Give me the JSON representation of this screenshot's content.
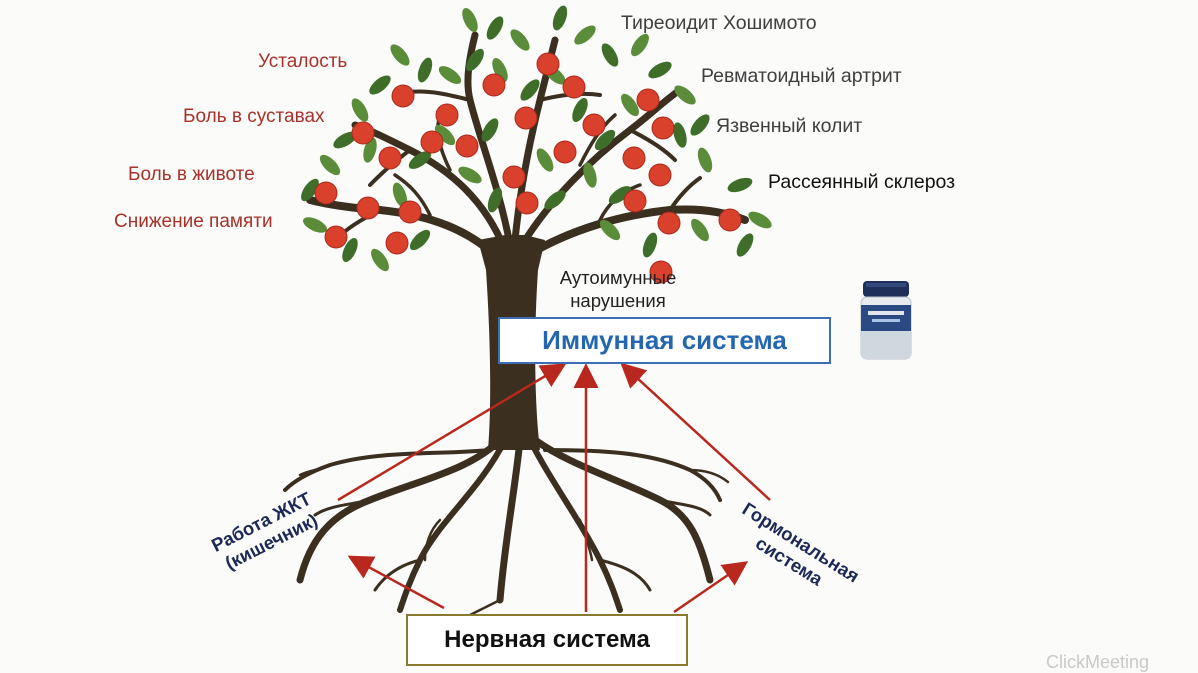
{
  "colors": {
    "trunk": "#3b2f20",
    "leaf": "#5b8c3a",
    "leaf_dark": "#3f6e2a",
    "apple": "#d9412d",
    "arrow": "#b8281e",
    "immune_border": "#3d6db3",
    "nervous_border": "#8a7a2e"
  },
  "symptoms": {
    "fatigue": "Усталость",
    "joint_pain": "Боль в суставах",
    "stomach_pain": "Боль в животе",
    "memory_loss": "Снижение памяти"
  },
  "diseases": {
    "hashimoto": "Тиреоидит Хошимото",
    "rheumatoid": "Ревматоидный артрит",
    "colitis": "Язвенный колит",
    "sclerosis": "Рассеянный склероз"
  },
  "autoimmune_label": "Аутоимунные нарушения",
  "immune_system": "Иммунная система",
  "nervous_system": "Нервная система",
  "roots": {
    "gut_line1": "Работа ЖКТ",
    "gut_line2": "(кишечник)",
    "hormonal_line1": "Гормональная",
    "hormonal_line2": "система"
  },
  "product_icon": "supplement-jar-icon",
  "watermark": "ClickMeeting"
}
